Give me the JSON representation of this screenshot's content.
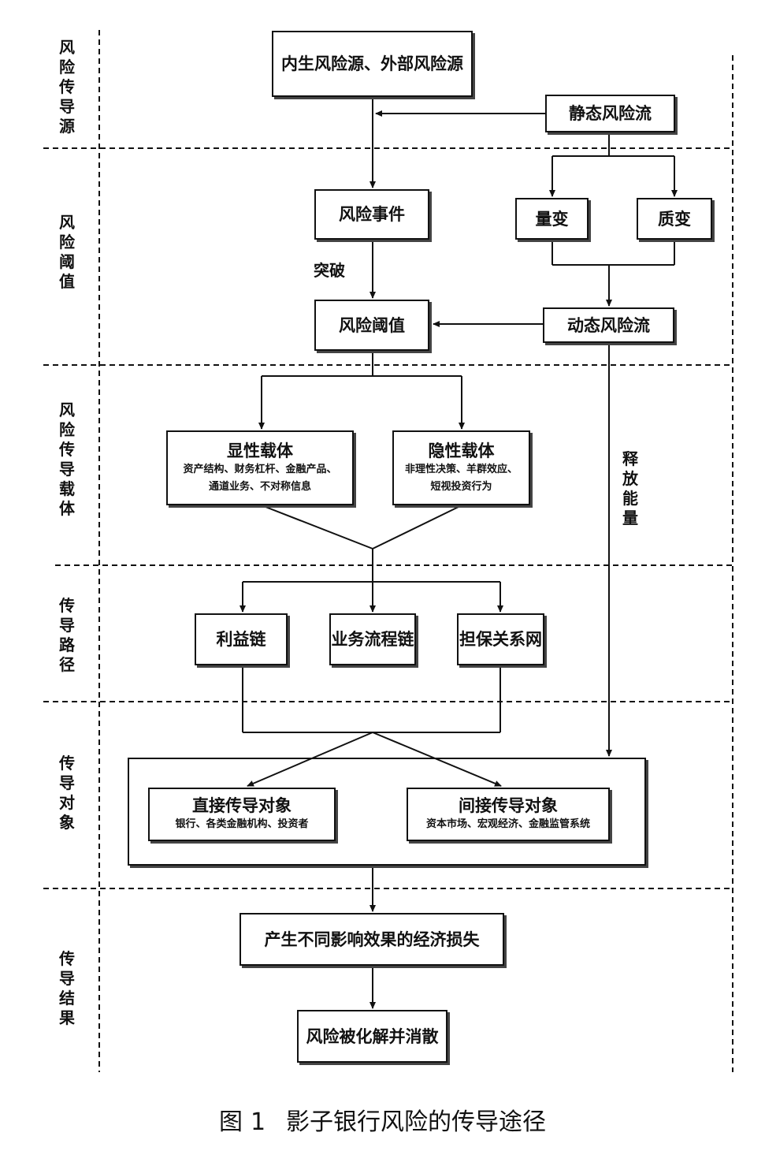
{
  "stages": [
    "风险传导源",
    "风险阈值",
    "风险传导载体",
    "传导路径",
    "传导对象",
    "传导结果"
  ],
  "nodes": {
    "source": "内生风险源、外部风险源",
    "static_flow": "静态风险流",
    "risk_event": "风险事件",
    "quantitative_change": "量变",
    "qualitative_change": "质变",
    "risk_threshold": "风险阈值",
    "dynamic_flow": "动态风险流",
    "explicit_carrier": {
      "title": "显性载体",
      "line1": "资产结构、财务杠杆、金融产品、",
      "line2": "通道业务、不对称信息"
    },
    "implicit_carrier": {
      "title": "隐性载体",
      "line1": "非理性决策、羊群效应、",
      "line2": "短视投资行为"
    },
    "interest_chain": "利益链",
    "business_chain": "业务流程链",
    "guarantee_network": "担保关系网",
    "direct_object": {
      "title": "直接传导对象",
      "line1": "银行、各类金融机构、投资者"
    },
    "indirect_object": {
      "title": "间接传导对象",
      "line1": "资本市场、宏观经济、金融监管系统"
    },
    "economic_loss": "产生不同影响效果的经济损失",
    "risk_resolved": "风险被化解并消散"
  },
  "labels": {
    "breakthrough": "突破",
    "release_energy": "释放能量"
  },
  "caption": {
    "prefix": "图",
    "number": "1",
    "title": "影子银行风险的传导途径"
  }
}
